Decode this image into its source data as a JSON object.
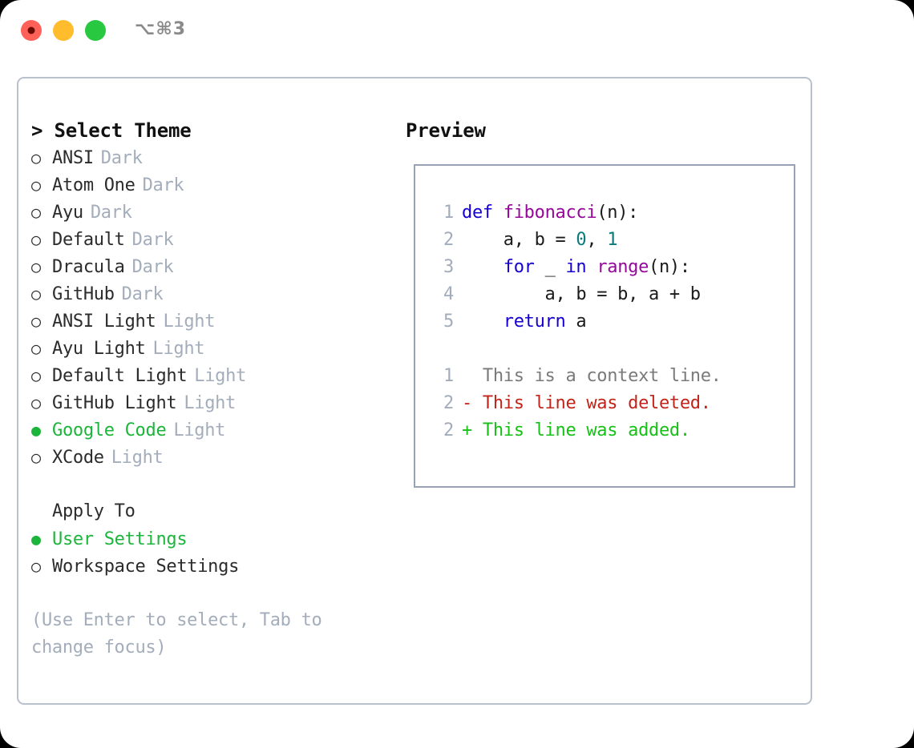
{
  "titlebar": {
    "shortcut": "⌥⌘3",
    "lights": [
      {
        "name": "close",
        "color": "#ff6159"
      },
      {
        "name": "minimize",
        "color": "#ffbd2e"
      },
      {
        "name": "zoom",
        "color": "#28c840"
      }
    ]
  },
  "left": {
    "header": "> Select Theme",
    "themes": [
      {
        "marker": "○",
        "name": "ANSI",
        "kind": "Dark",
        "selected": false
      },
      {
        "marker": "○",
        "name": "Atom One",
        "kind": "Dark",
        "selected": false
      },
      {
        "marker": "○",
        "name": "Ayu",
        "kind": "Dark",
        "selected": false
      },
      {
        "marker": "○",
        "name": "Default",
        "kind": "Dark",
        "selected": false
      },
      {
        "marker": "○",
        "name": "Dracula",
        "kind": "Dark",
        "selected": false
      },
      {
        "marker": "○",
        "name": "GitHub",
        "kind": "Dark",
        "selected": false
      },
      {
        "marker": "○",
        "name": "ANSI Light",
        "kind": "Light",
        "selected": false
      },
      {
        "marker": "○",
        "name": "Ayu Light",
        "kind": "Light",
        "selected": false
      },
      {
        "marker": "○",
        "name": "Default Light",
        "kind": "Light",
        "selected": false
      },
      {
        "marker": "○",
        "name": "GitHub Light",
        "kind": "Light",
        "selected": false
      },
      {
        "marker": "●",
        "name": "Google Code",
        "kind": "Light",
        "selected": true
      },
      {
        "marker": "○",
        "name": "XCode",
        "kind": "Light",
        "selected": false
      }
    ],
    "apply_to_header": "Apply To",
    "apply_options": [
      {
        "marker": "●",
        "name": "User Settings",
        "selected": true
      },
      {
        "marker": "○",
        "name": "Workspace Settings",
        "selected": false
      }
    ],
    "hint": "(Use Enter to select, Tab to change focus)"
  },
  "right": {
    "header": "Preview",
    "code_lines": [
      {
        "no": "1",
        "tokens": [
          {
            "t": "def",
            "c": "kw"
          },
          {
            "t": " ",
            "c": "pun"
          },
          {
            "t": "fibonacci",
            "c": "fn"
          },
          {
            "t": "(n):",
            "c": "pun"
          }
        ]
      },
      {
        "no": "2",
        "tokens": [
          {
            "t": "    a, b = ",
            "c": "pun"
          },
          {
            "t": "0",
            "c": "num"
          },
          {
            "t": ", ",
            "c": "pun"
          },
          {
            "t": "1",
            "c": "num"
          }
        ]
      },
      {
        "no": "3",
        "tokens": [
          {
            "t": "    ",
            "c": "pun"
          },
          {
            "t": "for",
            "c": "kw"
          },
          {
            "t": " _ ",
            "c": "pun"
          },
          {
            "t": "in",
            "c": "kw"
          },
          {
            "t": " ",
            "c": "pun"
          },
          {
            "t": "range",
            "c": "fn"
          },
          {
            "t": "(n):",
            "c": "pun"
          }
        ]
      },
      {
        "no": "4",
        "tokens": [
          {
            "t": "        a, b = b, a + b",
            "c": "pun"
          }
        ]
      },
      {
        "no": "5",
        "tokens": [
          {
            "t": "    ",
            "c": "pun"
          },
          {
            "t": "return",
            "c": "kw"
          },
          {
            "t": " a",
            "c": "pun"
          }
        ]
      }
    ],
    "diff_lines": [
      {
        "no": "1",
        "sign": " ",
        "text": "  This is a context line.",
        "kind": "ctx"
      },
      {
        "no": "2",
        "sign": " ",
        "text": "- This line was deleted.",
        "kind": "del"
      },
      {
        "no": "2",
        "sign": " ",
        "text": "+ This line was added.",
        "kind": "add"
      }
    ]
  },
  "colors": {
    "selected_green": "#1cb53c",
    "diff_add": "#17c017",
    "diff_del": "#c0241a",
    "muted": "#a4adbb",
    "keyword": "#1500d1",
    "function": "#95089a",
    "number": "#0a7a7a",
    "border": "#b9c1cd",
    "preview_border": "#97a3b4"
  }
}
